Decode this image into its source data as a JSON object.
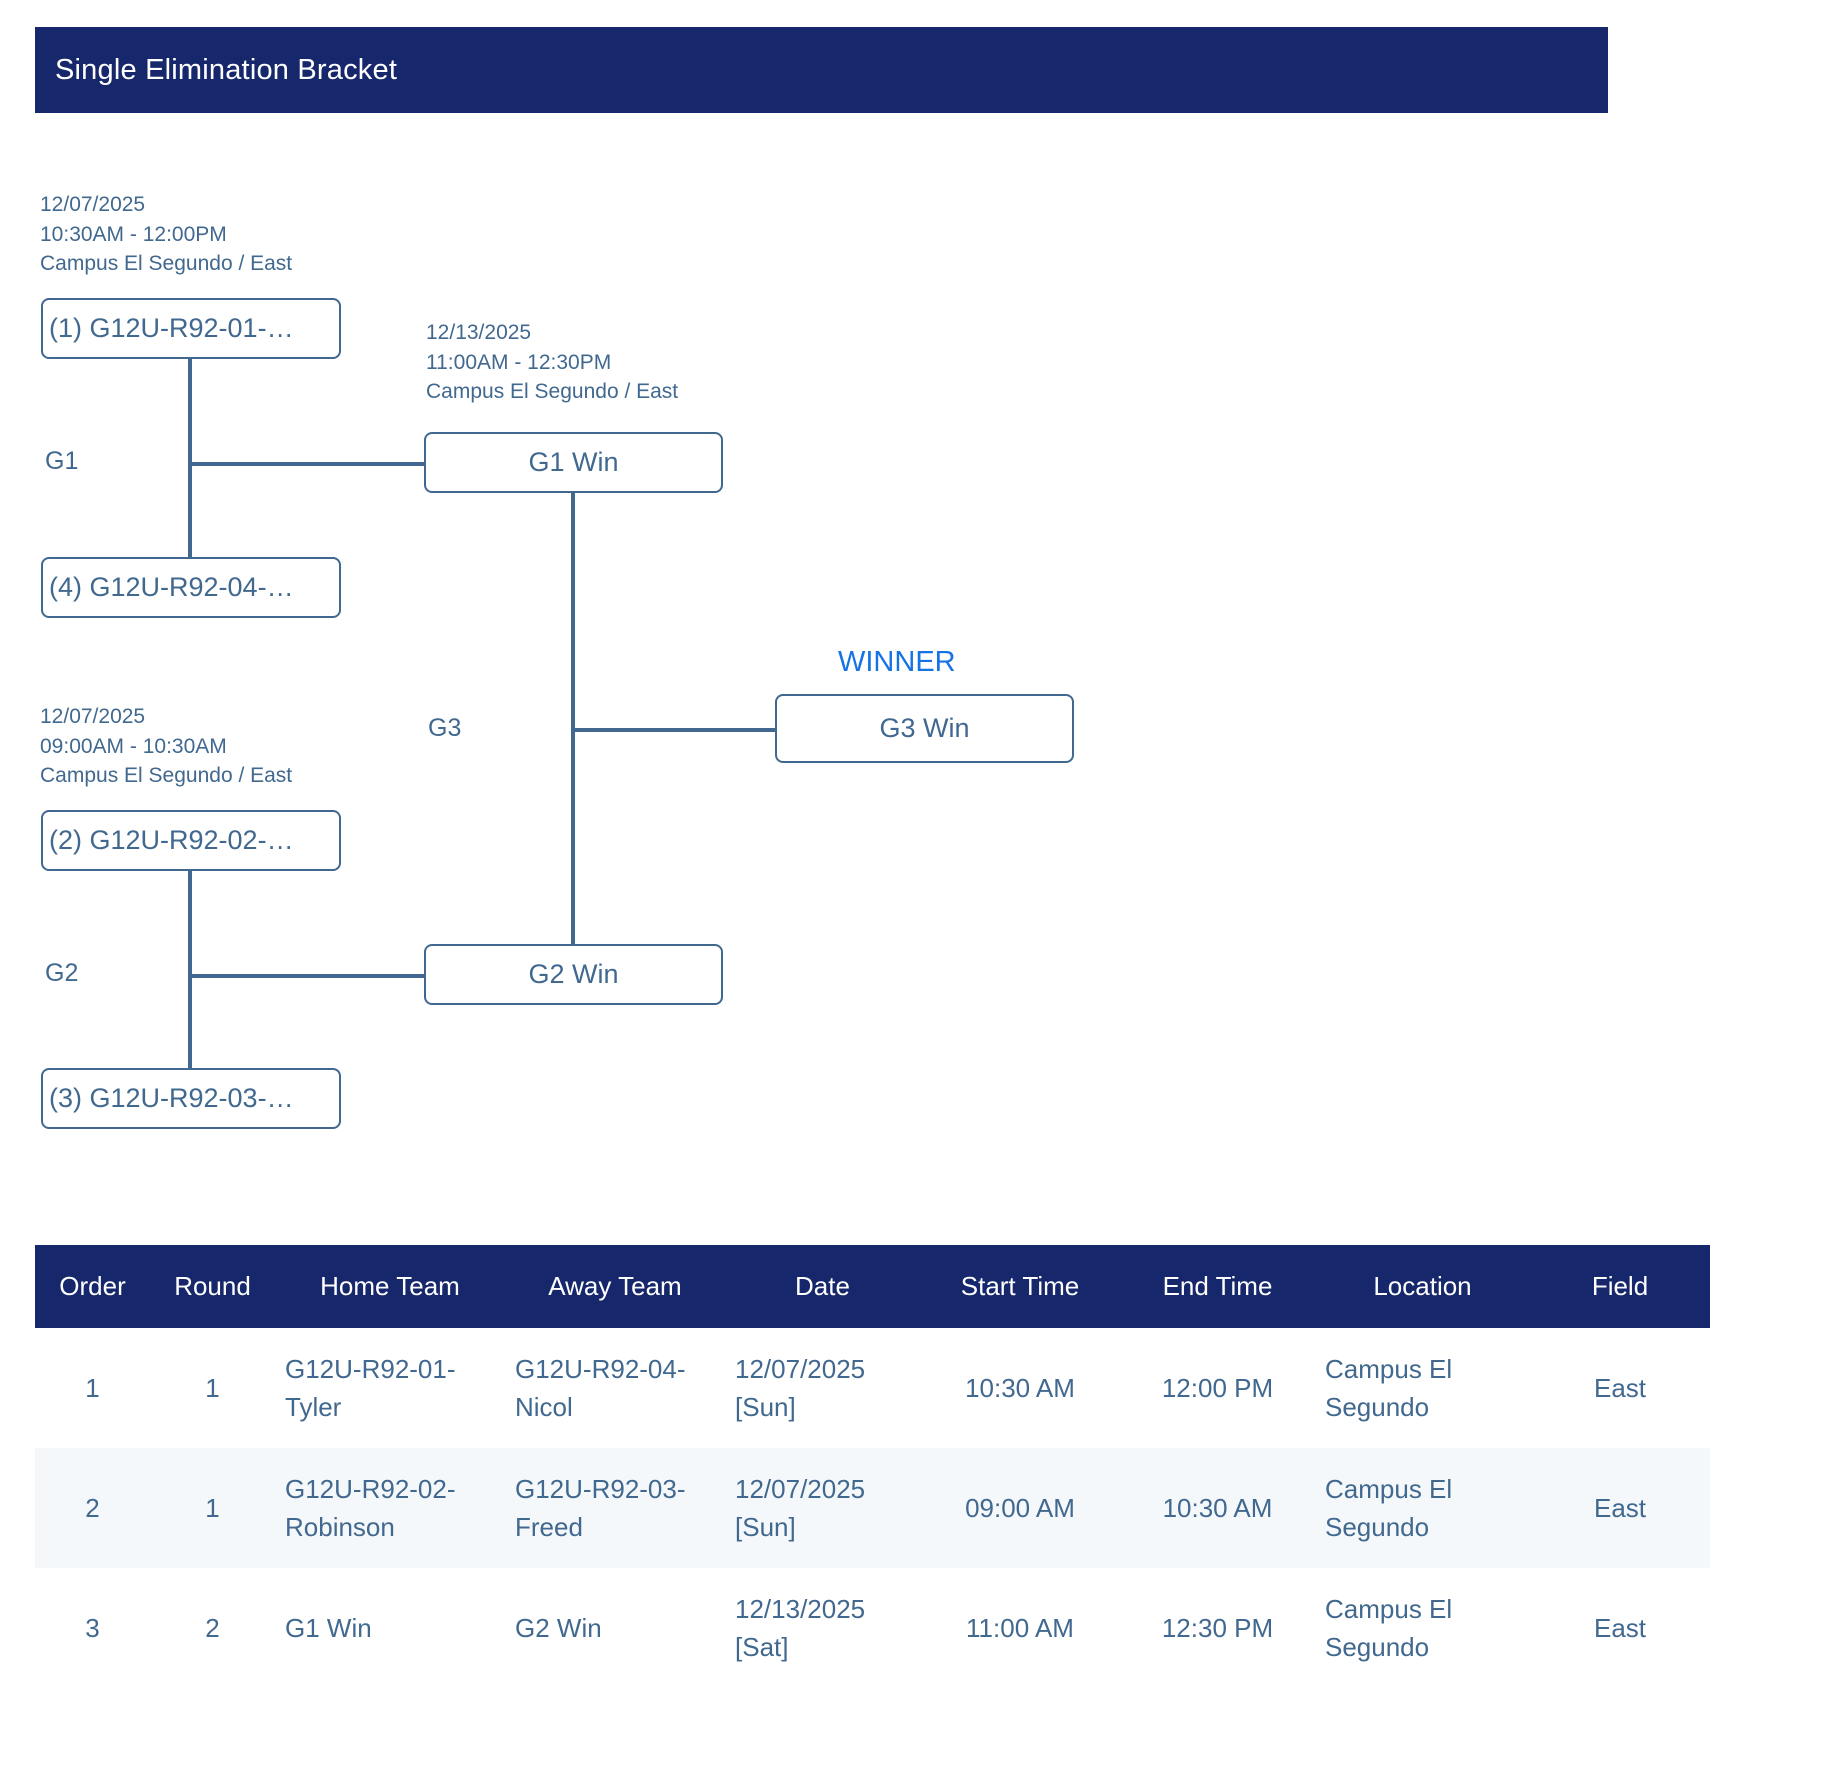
{
  "header": {
    "title": "Single Elimination Bracket"
  },
  "bracket": {
    "matches": [
      {
        "id": "g1",
        "label": "G1",
        "date": "12/07/2025",
        "time": "10:30AM - 12:00PM",
        "location": "Campus El Segundo / East",
        "teams": [
          "(1) G12U-R92-01-…",
          "(4) G12U-R92-04-…"
        ]
      },
      {
        "id": "g2",
        "label": "G2",
        "date": "12/07/2025",
        "time": "09:00AM - 10:30AM",
        "location": "Campus El Segundo / East",
        "teams": [
          "(2) G12U-R92-02-…",
          "(3) G12U-R92-03-…"
        ]
      },
      {
        "id": "g3",
        "label": "G3",
        "date": "12/13/2025",
        "time": "11:00AM - 12:30PM",
        "location": "Campus El Segundo / East",
        "teams": [
          "G1 Win",
          "G2 Win"
        ]
      }
    ],
    "winner_label": "WINNER",
    "winner_box": "G3 Win"
  },
  "schedule": {
    "columns": [
      "Order",
      "Round",
      "Home Team",
      "Away Team",
      "Date",
      "Start Time",
      "End Time",
      "Location",
      "Field"
    ],
    "rows": [
      {
        "order": "1",
        "round": "1",
        "home_team": "G12U-R92-01-Tyler",
        "away_team": "G12U-R92-04-Nicol",
        "date": "12/07/2025 [Sun]",
        "start_time": "10:30 AM",
        "end_time": "12:00 PM",
        "location": "Campus El Segundo",
        "field": "East"
      },
      {
        "order": "2",
        "round": "1",
        "home_team": "G12U-R92-02-Robinson",
        "away_team": "G12U-R92-03-Freed",
        "date": "12/07/2025 [Sun]",
        "start_time": "09:00 AM",
        "end_time": "10:30 AM",
        "location": "Campus El Segundo",
        "field": "East"
      },
      {
        "order": "3",
        "round": "2",
        "home_team": "G1 Win",
        "away_team": "G2 Win",
        "date": "12/13/2025 [Sat]",
        "start_time": "11:00 AM",
        "end_time": "12:30 PM",
        "location": "Campus El Segundo",
        "field": "East"
      }
    ]
  },
  "colors": {
    "header_bg": "#16276b",
    "line": "#41688f",
    "text": "#41688f",
    "winner": "#1673e6",
    "stripe": "#f5f8fa"
  }
}
